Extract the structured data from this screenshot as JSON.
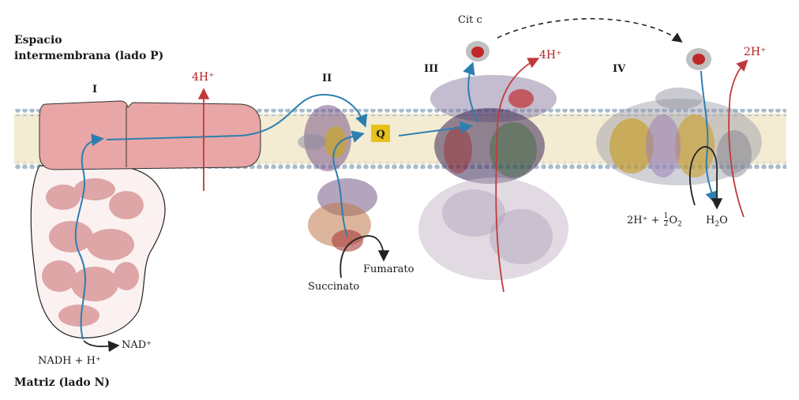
{
  "labels": {
    "p_side_line1": "Espacio",
    "p_side_line2": "intermembrana (lado P)",
    "n_side": "Matriz (lado N)",
    "complex_I": "I",
    "complex_II": "II",
    "complex_III": "III",
    "complex_IV": "IV",
    "protons_I": "4H⁺",
    "protons_III": "4H⁺",
    "protons_IV": "2H⁺",
    "ubiquinone": "Q",
    "cytochrome_c": "Cit c",
    "nadh": "NADH + H⁺",
    "nad": "NAD⁺",
    "succinate": "Succinato",
    "fumarate": "Fumarato",
    "oxygen_pre": "2H⁺ + ",
    "oxygen_num": "1",
    "oxygen_den": "2",
    "oxygen_post": "O",
    "oxygen_sub": "2",
    "water_pre": "H",
    "water_sub": "2",
    "water_post": "O"
  },
  "colors": {
    "membrane_core": "#f3ecd2",
    "membrane_heads": "#a8bccc",
    "complex_I_arm": "#e8a6a6",
    "protein_red": "#c86a6a",
    "proton_arrow": "#c03a3a",
    "electron_arrow": "#2d7fb0",
    "q_box": "#e8c21a"
  }
}
